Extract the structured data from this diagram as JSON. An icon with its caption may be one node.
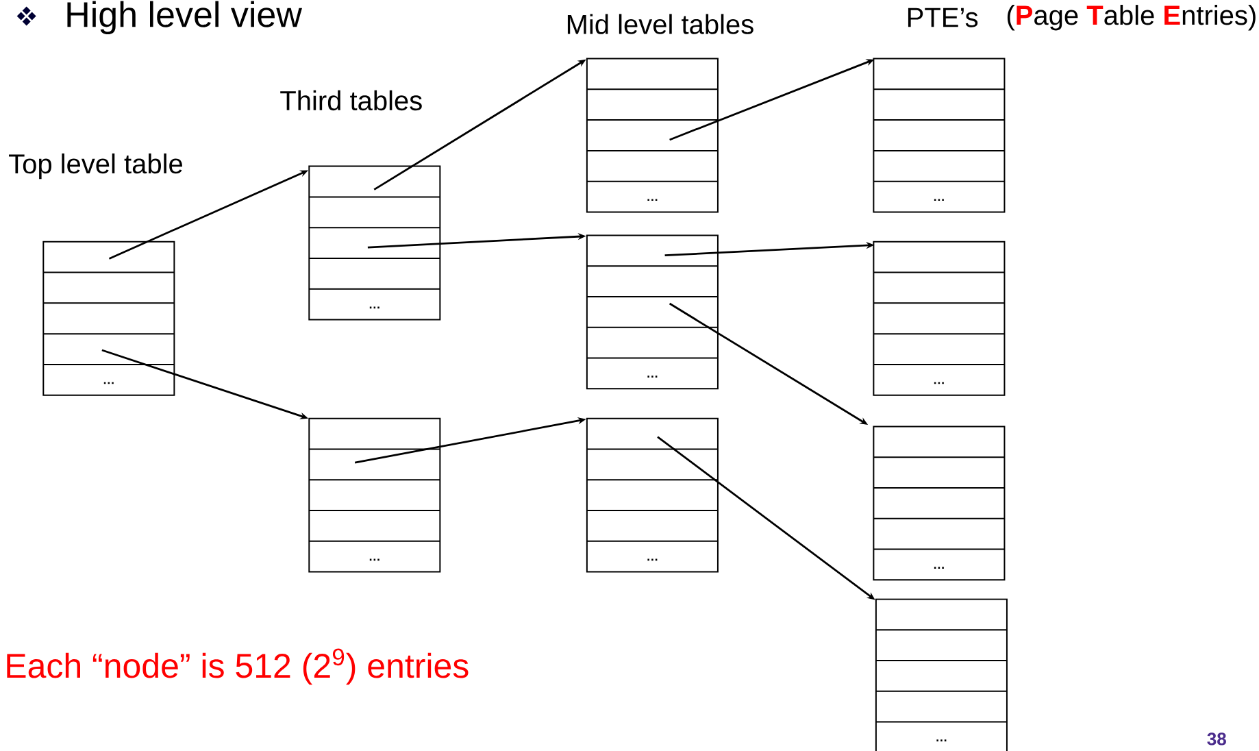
{
  "diagram": {
    "title": "High level view",
    "nodes": [
      {
        "text": [
          "…"
        ],
        "beside": [
          "Top level table"
        ]
      },
      {
        "text": [
          "…"
        ],
        "beside": [
          "Third tables"
        ]
      },
      {
        "text": [
          "…"
        ]
      },
      {
        "text": [
          "…"
        ],
        "beside": [
          "Mid level tables"
        ]
      },
      {
        "text": [
          "…"
        ]
      },
      {
        "text": [
          "…"
        ]
      },
      {
        "text": [
          "…"
        ],
        "beside": [
          "PTE’s",
          "(**P**age **T**able **E**ntries)"
        ]
      },
      {
        "text": [
          "…"
        ]
      },
      {
        "text": [
          "…"
        ]
      },
      {
        "text": [
          "…"
        ]
      }
    ],
    "edges": [
      {
        "from": 0,
        "to": 1,
        "arrow": "to"
      },
      {
        "from": 0,
        "to": 2,
        "arrow": "to"
      },
      {
        "from": 1,
        "to": 3,
        "arrow": "to"
      },
      {
        "from": 1,
        "to": 4,
        "arrow": "to"
      },
      {
        "from": 2,
        "to": 5,
        "arrow": "to"
      },
      {
        "from": 3,
        "to": 6,
        "arrow": "to"
      },
      {
        "from": 4,
        "to": 7,
        "arrow": "to"
      },
      {
        "from": 4,
        "to": 8,
        "arrow": "to"
      },
      {
        "from": 5,
        "to": 9,
        "arrow": "to"
      }
    ],
    "labels": [
      "Each “node” is 512 (2$^{9}$) entries",
      "38"
    ]
  }
}
